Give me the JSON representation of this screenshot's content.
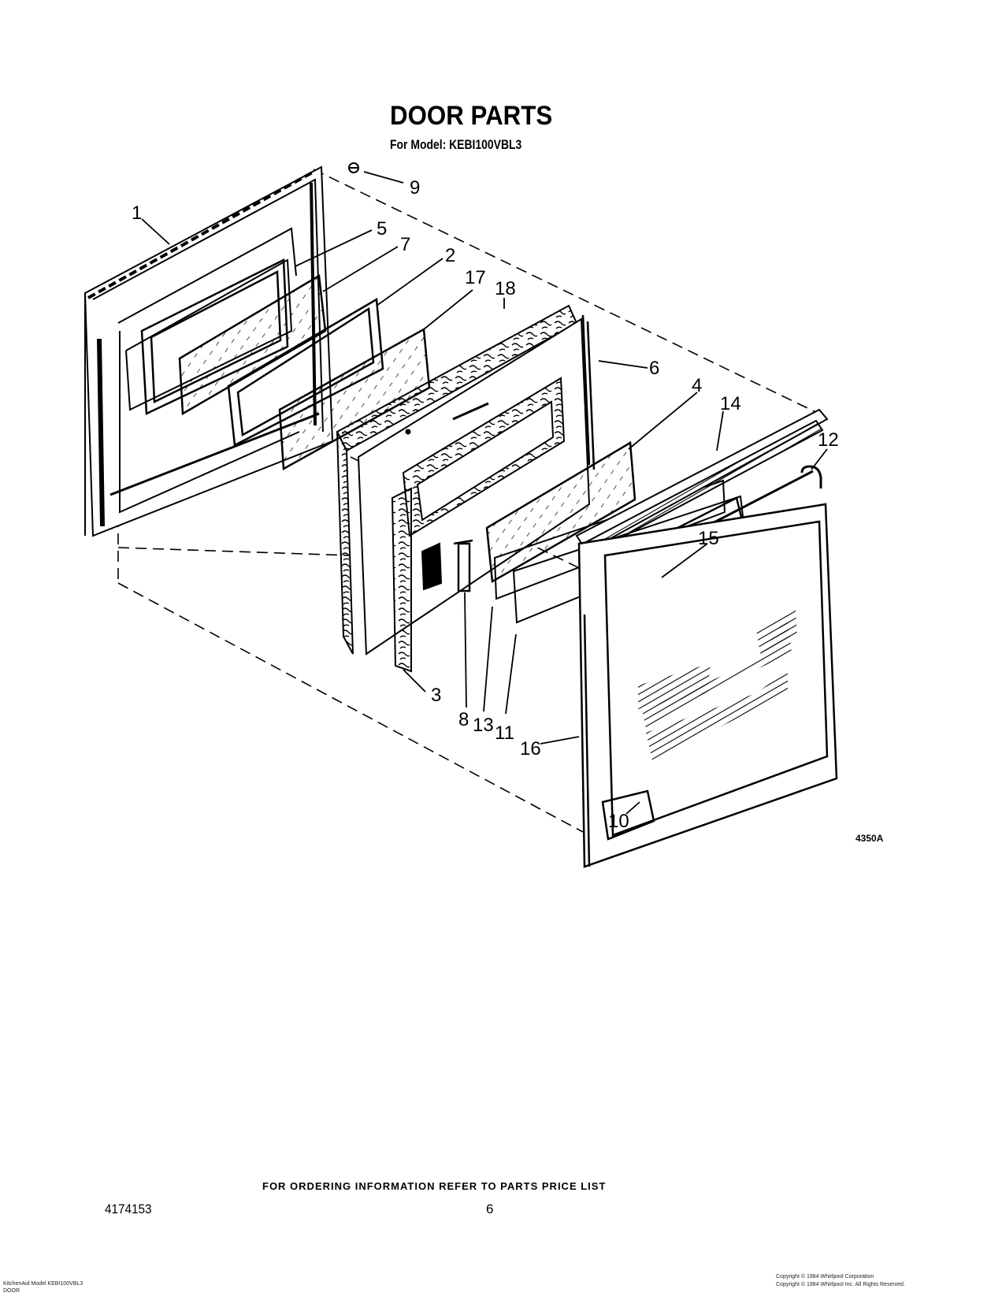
{
  "header": {
    "title": "DOOR PARTS",
    "subtitle": "For Model: KEBI100VBL3"
  },
  "callouts": {
    "c1": "1",
    "c2": "2",
    "c3": "3",
    "c4": "4",
    "c5": "5",
    "c6": "6",
    "c7": "7",
    "c8": "8",
    "c9": "9",
    "c10": "10",
    "c11": "11",
    "c12": "12",
    "c13": "13",
    "c14": "14",
    "c15": "15",
    "c16": "16",
    "c17": "17",
    "c18": "18"
  },
  "diagram_ref": "4350A",
  "footer": {
    "note": "FOR ORDERING INFORMATION REFER TO PARTS PRICE LIST",
    "doc_number": "4174153",
    "page_number": "6",
    "copyright_line1": "Copyright © 1984 Whirlpool Corporation",
    "copyright_line2": "Copyright © 1984 Whirlpool Inc. All Rights Reserved.",
    "model_line1": "KitchenAid Model KEBI100VBL3",
    "model_line2": "DOOR"
  }
}
